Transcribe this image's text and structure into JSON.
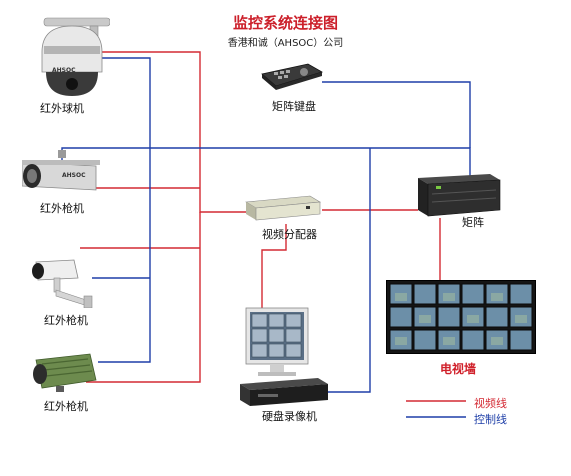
{
  "header": {
    "title": "监控系统连接图",
    "subtitle": "香港和诚（AHSOC）公司"
  },
  "devices": {
    "dome_camera": {
      "label": "红外球机",
      "brand": "AHSOC"
    },
    "bullet_camera_1": {
      "label": "红外枪机",
      "brand": "AHSOC"
    },
    "bullet_camera_2": {
      "label": "红外枪机"
    },
    "bullet_camera_3": {
      "label": "红外枪机"
    },
    "keyboard": {
      "label": "矩阵键盘"
    },
    "distributor": {
      "label": "视频分配器"
    },
    "matrix": {
      "label": "矩阵"
    },
    "video_wall": {
      "label": "电视墙"
    },
    "dvr": {
      "label": "硬盘录像机"
    }
  },
  "legend": {
    "video_line": {
      "label": "视频线",
      "color": "#d42a34"
    },
    "control_line": {
      "label": "控制线",
      "color": "#1f3fa8"
    }
  },
  "colors": {
    "video": "#d42a34",
    "control": "#1f3fa8"
  }
}
